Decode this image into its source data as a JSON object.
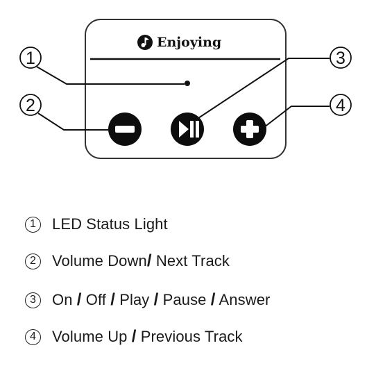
{
  "device": {
    "brand_label": "Enjoying",
    "icons": {
      "brand": "music-note-icon",
      "volume_down": "minus-icon",
      "play_pause": "play-pause-icon",
      "volume_up": "plus-icon"
    }
  },
  "callouts": {
    "c1": "1",
    "c2": "2",
    "c3": "3",
    "c4": "4"
  },
  "legend": [
    {
      "num": "1",
      "parts": [
        "LED Status Light"
      ]
    },
    {
      "num": "2",
      "parts": [
        "Volume Down",
        "Next Track"
      ]
    },
    {
      "num": "3",
      "parts": [
        "On ",
        " Off ",
        " Play ",
        " Pause ",
        " Answer"
      ]
    },
    {
      "num": "4",
      "parts": [
        "Volume Up ",
        " Previous Track"
      ]
    }
  ],
  "colors": {
    "ink": "#111111",
    "panel_border": "#333333",
    "button_fill": "#0d0d0d"
  }
}
